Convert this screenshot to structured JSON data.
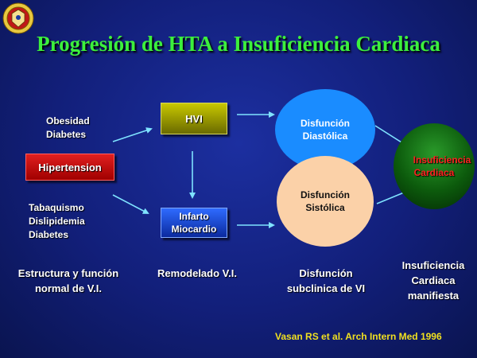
{
  "title": "Progresión de HTA a Insuficiencia Cardiaca",
  "left": {
    "factors_top": [
      "Obesidad",
      "Diabetes"
    ],
    "hypertension": "Hipertension",
    "factors_bottom": [
      "Tabaquismo",
      "Dislipidemia",
      "Diabetes"
    ]
  },
  "nodes": {
    "hvi": "HVI",
    "infarto": [
      "Infarto",
      "Miocardio"
    ],
    "diastolica": [
      "Disfunción",
      "Diastólica"
    ],
    "sistolica": [
      "Disfunción",
      "Sistólica"
    ],
    "insuficiencia": [
      "Insuficiencia",
      "Cardiaca"
    ]
  },
  "stages": {
    "stage1": [
      "Estructura y función",
      "normal de V.I."
    ],
    "stage2": "Remodelado V.I.",
    "stage3": [
      "Disfunción",
      "subclinica de VI"
    ],
    "stage4": [
      "Insuficiencia",
      "Cardiaca",
      "manifiesta"
    ]
  },
  "reference": "Vasan RS et al. Arch Intern Med 1996",
  "colors": {
    "title": "#3cf03c",
    "arrow": "#7fe3ff",
    "hypertension_box": "#cc1010",
    "hvi_box": "#a8a800",
    "infarto_box": "#1f50e0",
    "diastolica_circle": "#1a8cff",
    "sistolica_circle": "#fbd1a8",
    "insuficiencia_circle": "#0c5a0c",
    "reference_text": "#f0e020"
  },
  "icons": {
    "logo": "university-seal-icon"
  }
}
